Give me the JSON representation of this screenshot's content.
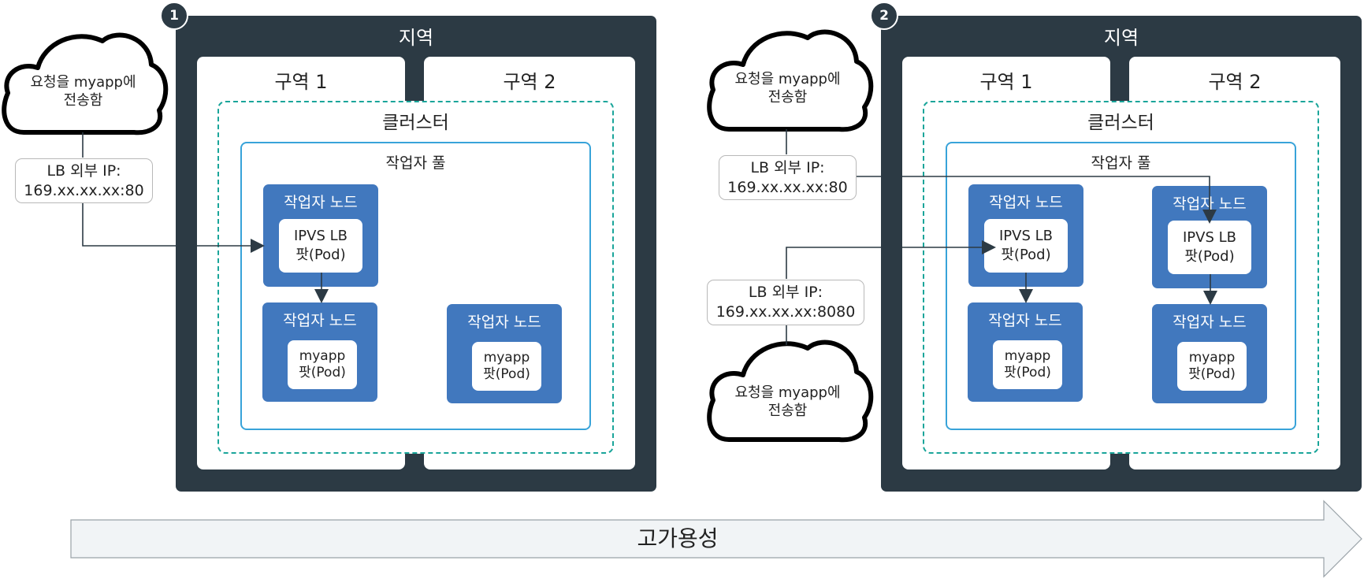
{
  "step_badges": [
    "1",
    "2"
  ],
  "region_label": "지역",
  "zone1_label": "구역 1",
  "zone2_label": "구역 2",
  "cluster_label": "클러스터",
  "worker_pool_label": "작업자 풀",
  "worker_node_label": "작업자 노드",
  "ipvs_pod_label": "IPVS LB\n팟(Pod)",
  "myapp_pod_label": "myapp\n팟(Pod)",
  "request_label": "요청을 myapp에\n전송함",
  "lb_ip_80": "LB 외부 IP:\n169.xx.xx.xx:80",
  "lb_ip_8080": "LB 외부 IP:\n169.xx.xx.xx:8080",
  "availability_label": "고가용성",
  "colors": {
    "region": "#2c3a44",
    "worker_node": "#4178be",
    "cluster_border": "#1aa59a",
    "pool_border": "#38a3d9",
    "arrow_fill": "#f1f4f6"
  }
}
